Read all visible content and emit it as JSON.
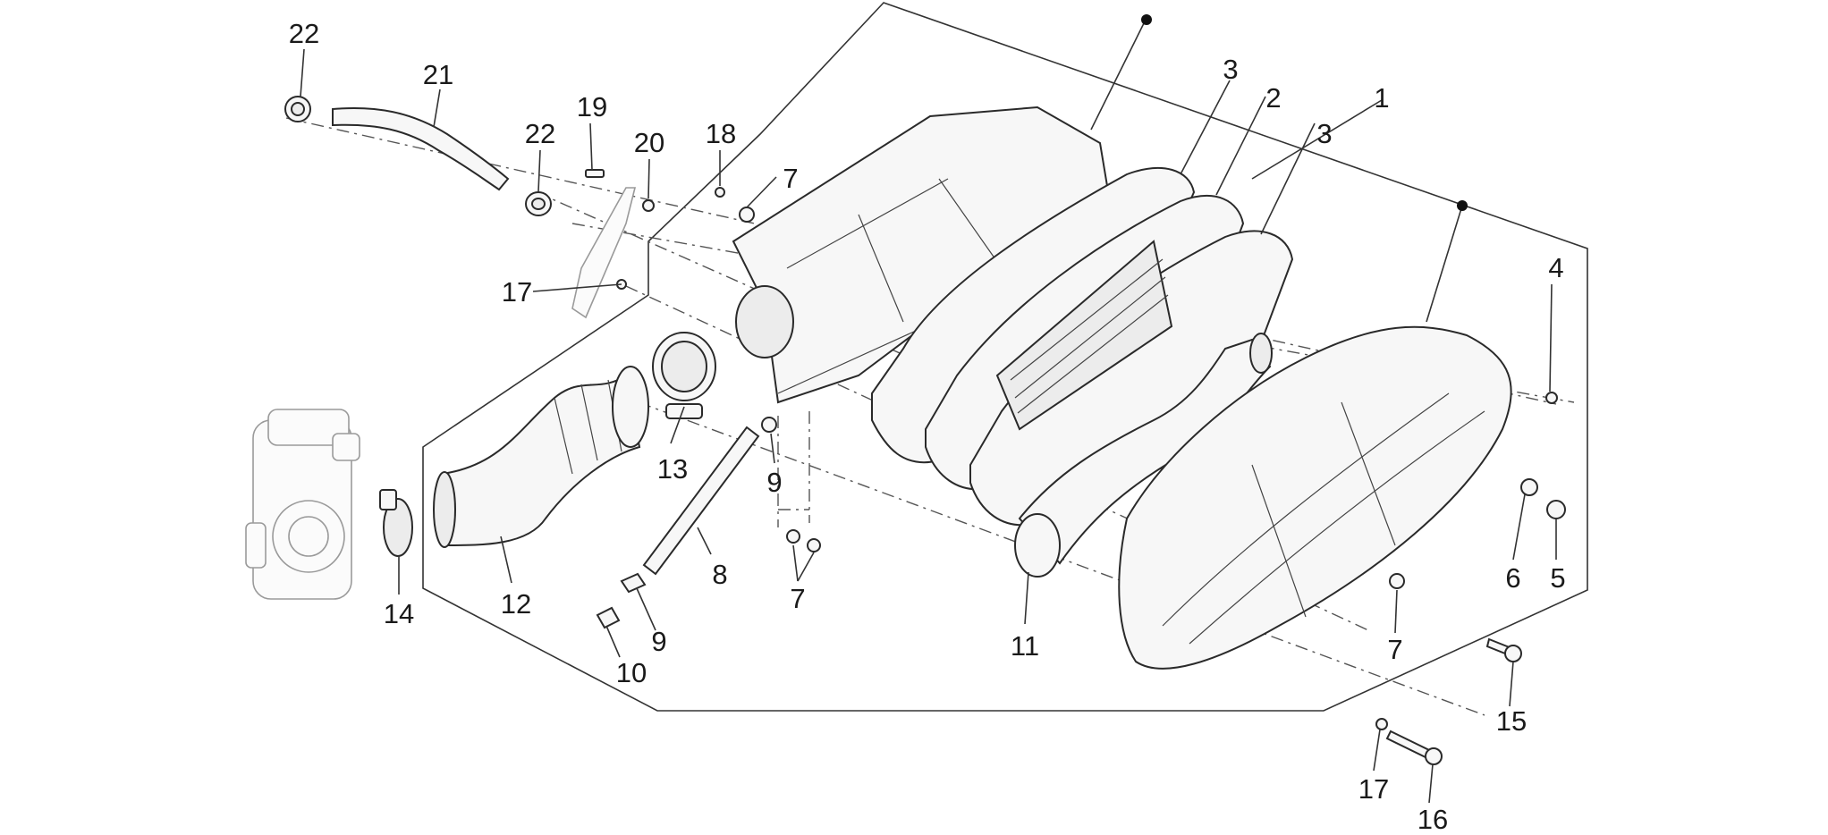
{
  "diagram": {
    "callouts": [
      {
        "id": "c22a",
        "text": "22"
      },
      {
        "id": "c21",
        "text": "21"
      },
      {
        "id": "c22b",
        "text": "22"
      },
      {
        "id": "c19",
        "text": "19"
      },
      {
        "id": "c20",
        "text": "20"
      },
      {
        "id": "c18",
        "text": "18"
      },
      {
        "id": "c7a",
        "text": "7"
      },
      {
        "id": "c17a",
        "text": "17"
      },
      {
        "id": "c3a",
        "text": "3"
      },
      {
        "id": "c2",
        "text": "2"
      },
      {
        "id": "c3b",
        "text": "3"
      },
      {
        "id": "c1",
        "text": "1"
      },
      {
        "id": "c4",
        "text": "4"
      },
      {
        "id": "c13",
        "text": "13"
      },
      {
        "id": "c9a",
        "text": "9"
      },
      {
        "id": "c8",
        "text": "8"
      },
      {
        "id": "c7b",
        "text": "7"
      },
      {
        "id": "c12",
        "text": "12"
      },
      {
        "id": "c14",
        "text": "14"
      },
      {
        "id": "c9b",
        "text": "9"
      },
      {
        "id": "c10",
        "text": "10"
      },
      {
        "id": "c11",
        "text": "11"
      },
      {
        "id": "c6",
        "text": "6"
      },
      {
        "id": "c5",
        "text": "5"
      },
      {
        "id": "c7c",
        "text": "7"
      },
      {
        "id": "c15",
        "text": "15"
      },
      {
        "id": "c17b",
        "text": "17"
      },
      {
        "id": "c16",
        "text": "16"
      }
    ]
  }
}
